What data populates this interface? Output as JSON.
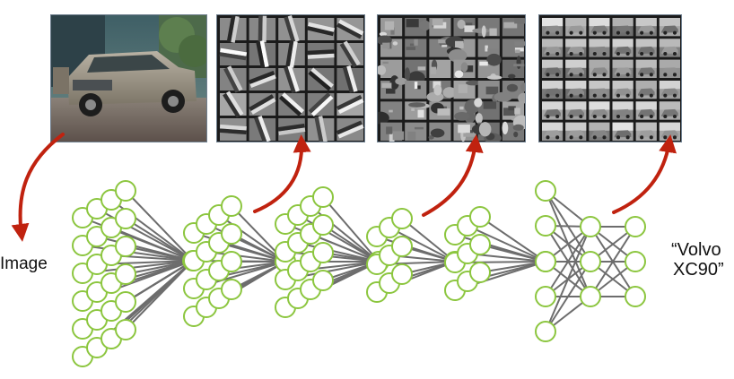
{
  "labels": {
    "input": "Image",
    "output_line1": "“Volvo",
    "output_line2": "XC90”"
  },
  "panels": [
    {
      "name": "input-car-photo",
      "kind": "photo"
    },
    {
      "name": "edge-feature-grid",
      "kind": "edges"
    },
    {
      "name": "part-feature-grid",
      "kind": "parts"
    },
    {
      "name": "object-feature-grid",
      "kind": "objects"
    }
  ],
  "colors": {
    "node_stroke": "#8cc63f",
    "edge": "#6d6d6d",
    "arrow": "#c0220f",
    "panel_border": "#6f7f8f"
  }
}
